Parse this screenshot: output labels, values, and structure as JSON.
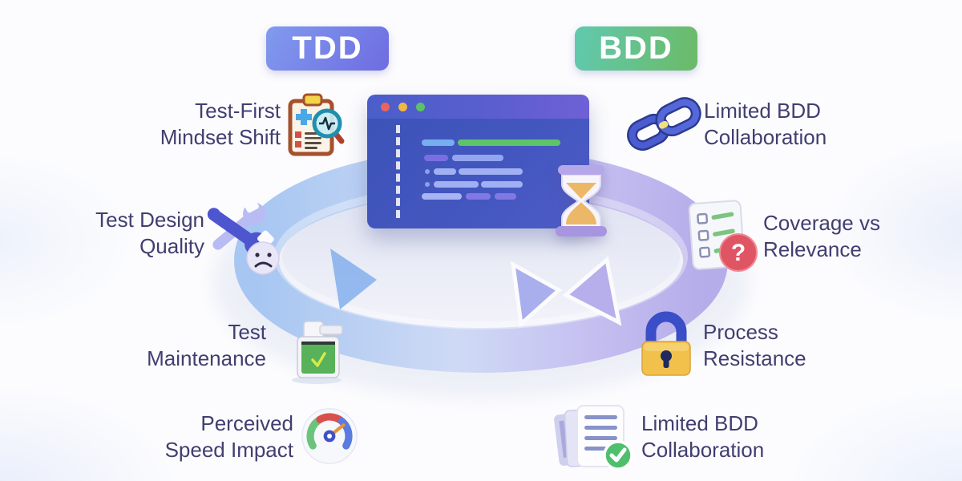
{
  "title": "TDD vs BDD challenges cycle diagram",
  "badges": {
    "tdd": {
      "label": "TDD",
      "color_start": "#819bee",
      "color_end": "#6e6ce1"
    },
    "bdd": {
      "label": "BDD",
      "color_start": "#60c9ae",
      "color_end": "#6cba67"
    }
  },
  "left_items": [
    {
      "line1": "Test-First",
      "line2": "Mindset Shift",
      "icon": "clipboard-magnifier-icon"
    },
    {
      "line1": "Test Design",
      "line2": "Quality",
      "icon": "wrenches-sad-face-icon"
    },
    {
      "line1": "Test",
      "line2": "Maintenance",
      "icon": "test-machine-icon"
    },
    {
      "line1": "Perceived",
      "line2": "Speed Impact",
      "icon": "speed-gauge-icon"
    }
  ],
  "right_items": [
    {
      "line1": "Limited BDD",
      "line2": "Collaboration",
      "icon": "chain-links-icon"
    },
    {
      "line1": "Coverage vs",
      "line2": "Relevance",
      "icon": "checklist-question-icon"
    },
    {
      "line1": "Process",
      "line2": "Resistance",
      "icon": "padlock-icon"
    },
    {
      "line1": "Limited BDD",
      "line2": "Collaboration",
      "icon": "documents-check-icon"
    }
  ],
  "center": {
    "window": "code-editor-window",
    "traffic_lights": [
      "red",
      "yellow",
      "green"
    ],
    "hourglass": "hourglass-icon",
    "ring": "cycle-arrows-ring"
  },
  "colors": {
    "text": "#413e70",
    "ring_blue": "#a8c6f1",
    "ring_purple": "#b6adea",
    "window_blue": "#4456bf",
    "green_bar": "#5ec468",
    "status_red": "#e05563",
    "status_green": "#4fbf6e",
    "lock_gold": "#f2c14c"
  }
}
